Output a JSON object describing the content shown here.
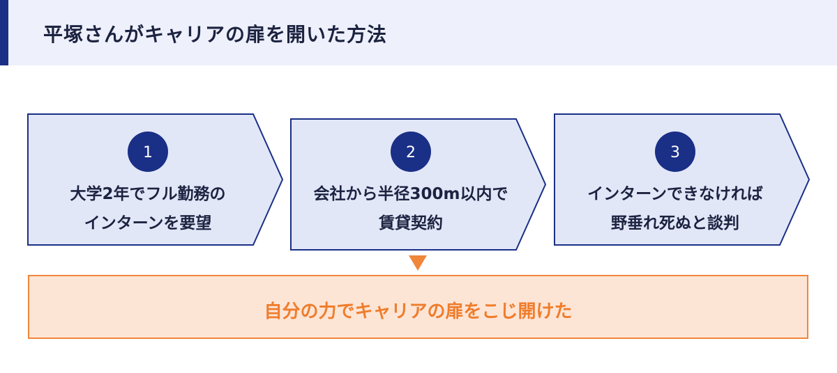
{
  "title": "平塚さんがキャリアの扉を開いた方法",
  "steps": [
    {
      "number": "1",
      "line1": "大学2年でフル勤務の",
      "line2": "インターンを要望"
    },
    {
      "number": "2",
      "line1": "会社から半径300m以内で",
      "line2": "賃貸契約"
    },
    {
      "number": "3",
      "line1": "インターンできなければ",
      "line2": "野垂れ死ぬと談判"
    }
  ],
  "result": "自分の力でキャリアの扉をこじ開けた",
  "colors": {
    "header_bg": "#eef0fb",
    "accent_navy": "#1a2f86",
    "step_fill": "#e2e7f8",
    "step_stroke": "#1a2f86",
    "result_fill": "#fde5d6",
    "result_text": "#ef7d2c"
  }
}
